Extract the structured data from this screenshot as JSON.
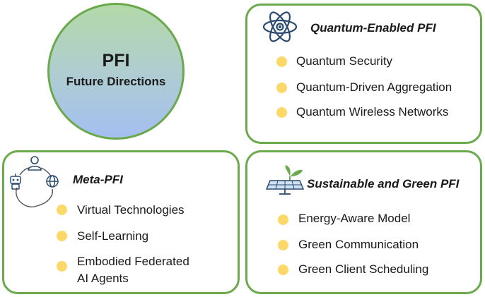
{
  "center": {
    "title": "PFI",
    "subtitle": "Future Directions"
  },
  "quantum": {
    "title": "Quantum-Enabled PFI",
    "icon": "atom-icon",
    "items": [
      "Quantum Security",
      "Quantum-Driven Aggregation",
      "Quantum Wireless Networks"
    ]
  },
  "meta": {
    "title": "Meta-PFI",
    "icon": "user-robot-globe-icon",
    "items": [
      "Virtual Technologies",
      "Self-Learning",
      "Embodied Federated",
      "AI Agents"
    ]
  },
  "green": {
    "title": "Sustainable and Green PFI",
    "icon": "solar-panel-leaf-icon",
    "items": [
      "Energy-Aware Model",
      "Green Communication",
      "Green Client Scheduling"
    ]
  },
  "colors": {
    "border": "#6aaa4c",
    "bullet": "#fcd869",
    "icon": "#2b4a6f"
  }
}
